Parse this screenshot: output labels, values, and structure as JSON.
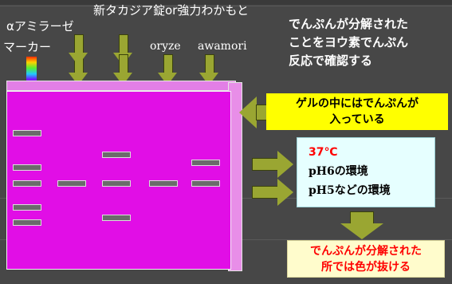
{
  "labels": {
    "top": "新タカジア錠or強力わかもと",
    "amylase": "αアミラーゼ",
    "marker": "マーカー",
    "oryze": "oryze",
    "awamori": "awamori"
  },
  "notes": {
    "iodine_line1": "でんぷんが分解された",
    "iodine_line2": "ことをヨウ素でんぷん",
    "iodine_line3": "反応で確認する",
    "gel_line1": "ゲルの中にはでんぷんが",
    "gel_line2": "入っている"
  },
  "conditions": {
    "temperature": "37℃",
    "ph6": "pH6の環境",
    "ph5": "pH5などの環境"
  },
  "result": {
    "line1": "でんぷんが分解された",
    "line2": "所では色が抜ける"
  },
  "colors": {
    "gel": "#e10ee6",
    "arrow": "#9aa632",
    "note_box": "#ffff00",
    "condition_box": "#e6ffff",
    "result_text": "#ff0000"
  }
}
